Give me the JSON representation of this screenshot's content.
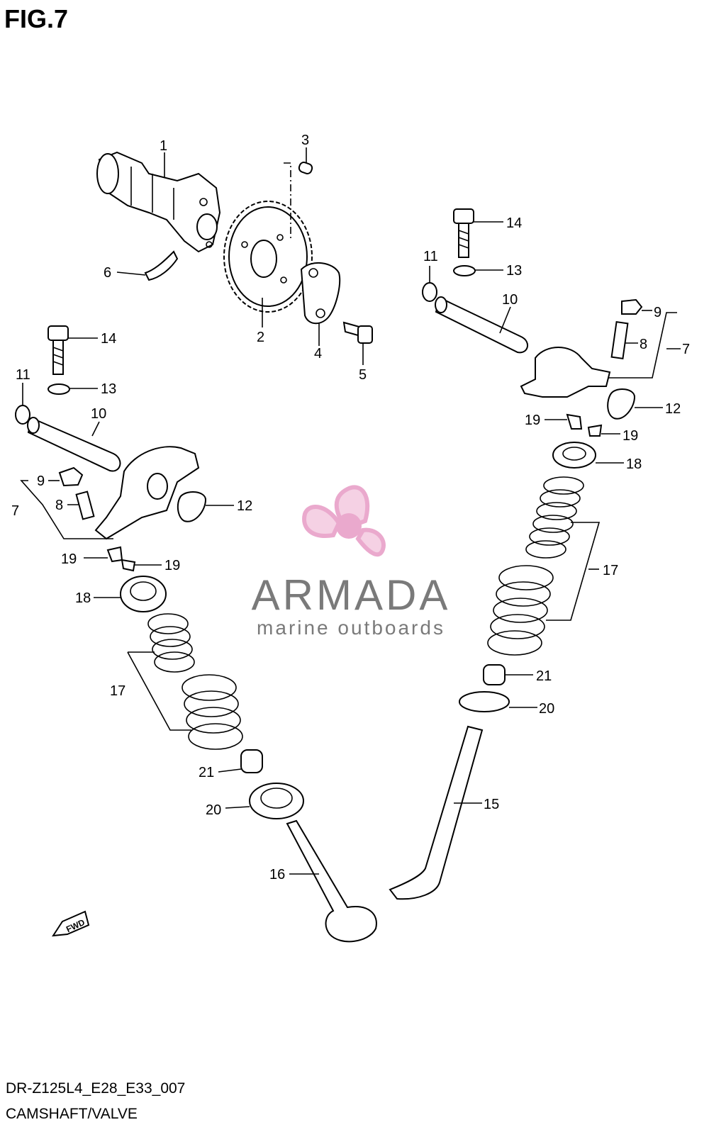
{
  "figure_label": "FIG.7",
  "footer": {
    "model_code": "DR-Z125L4_E28_E33_007",
    "section_name": "CAMSHAFT/VALVE"
  },
  "watermark": {
    "brand": "ARMADA",
    "tagline": "marine outboards",
    "brand_color": "#7a7a7a",
    "logo_color": "#e8a0c8"
  },
  "direction_marker": "FWD",
  "callouts": [
    {
      "id": "c1",
      "label": "1"
    },
    {
      "id": "c2",
      "label": "2"
    },
    {
      "id": "c3",
      "label": "3"
    },
    {
      "id": "c4",
      "label": "4"
    },
    {
      "id": "c5",
      "label": "5"
    },
    {
      "id": "c6",
      "label": "6"
    },
    {
      "id": "c14r",
      "label": "14"
    },
    {
      "id": "c13r",
      "label": "13"
    },
    {
      "id": "c11r",
      "label": "11"
    },
    {
      "id": "c10r",
      "label": "10"
    },
    {
      "id": "c9r",
      "label": "9"
    },
    {
      "id": "c8r",
      "label": "8"
    },
    {
      "id": "c7r",
      "label": "7"
    },
    {
      "id": "c12r",
      "label": "12"
    },
    {
      "id": "c19ra",
      "label": "19"
    },
    {
      "id": "c19rb",
      "label": "19"
    },
    {
      "id": "c18r",
      "label": "18"
    },
    {
      "id": "c17r",
      "label": "17"
    },
    {
      "id": "c21r",
      "label": "21"
    },
    {
      "id": "c20r",
      "label": "20"
    },
    {
      "id": "c15",
      "label": "15"
    },
    {
      "id": "c14l",
      "label": "14"
    },
    {
      "id": "c13l",
      "label": "13"
    },
    {
      "id": "c11l",
      "label": "11"
    },
    {
      "id": "c10l",
      "label": "10"
    },
    {
      "id": "c9l",
      "label": "9"
    },
    {
      "id": "c8l",
      "label": "8"
    },
    {
      "id": "c7l",
      "label": "7"
    },
    {
      "id": "c12l",
      "label": "12"
    },
    {
      "id": "c19la",
      "label": "19"
    },
    {
      "id": "c19lb",
      "label": "19"
    },
    {
      "id": "c18l",
      "label": "18"
    },
    {
      "id": "c17l",
      "label": "17"
    },
    {
      "id": "c21l",
      "label": "21"
    },
    {
      "id": "c20l",
      "label": "20"
    },
    {
      "id": "c16",
      "label": "16"
    }
  ]
}
